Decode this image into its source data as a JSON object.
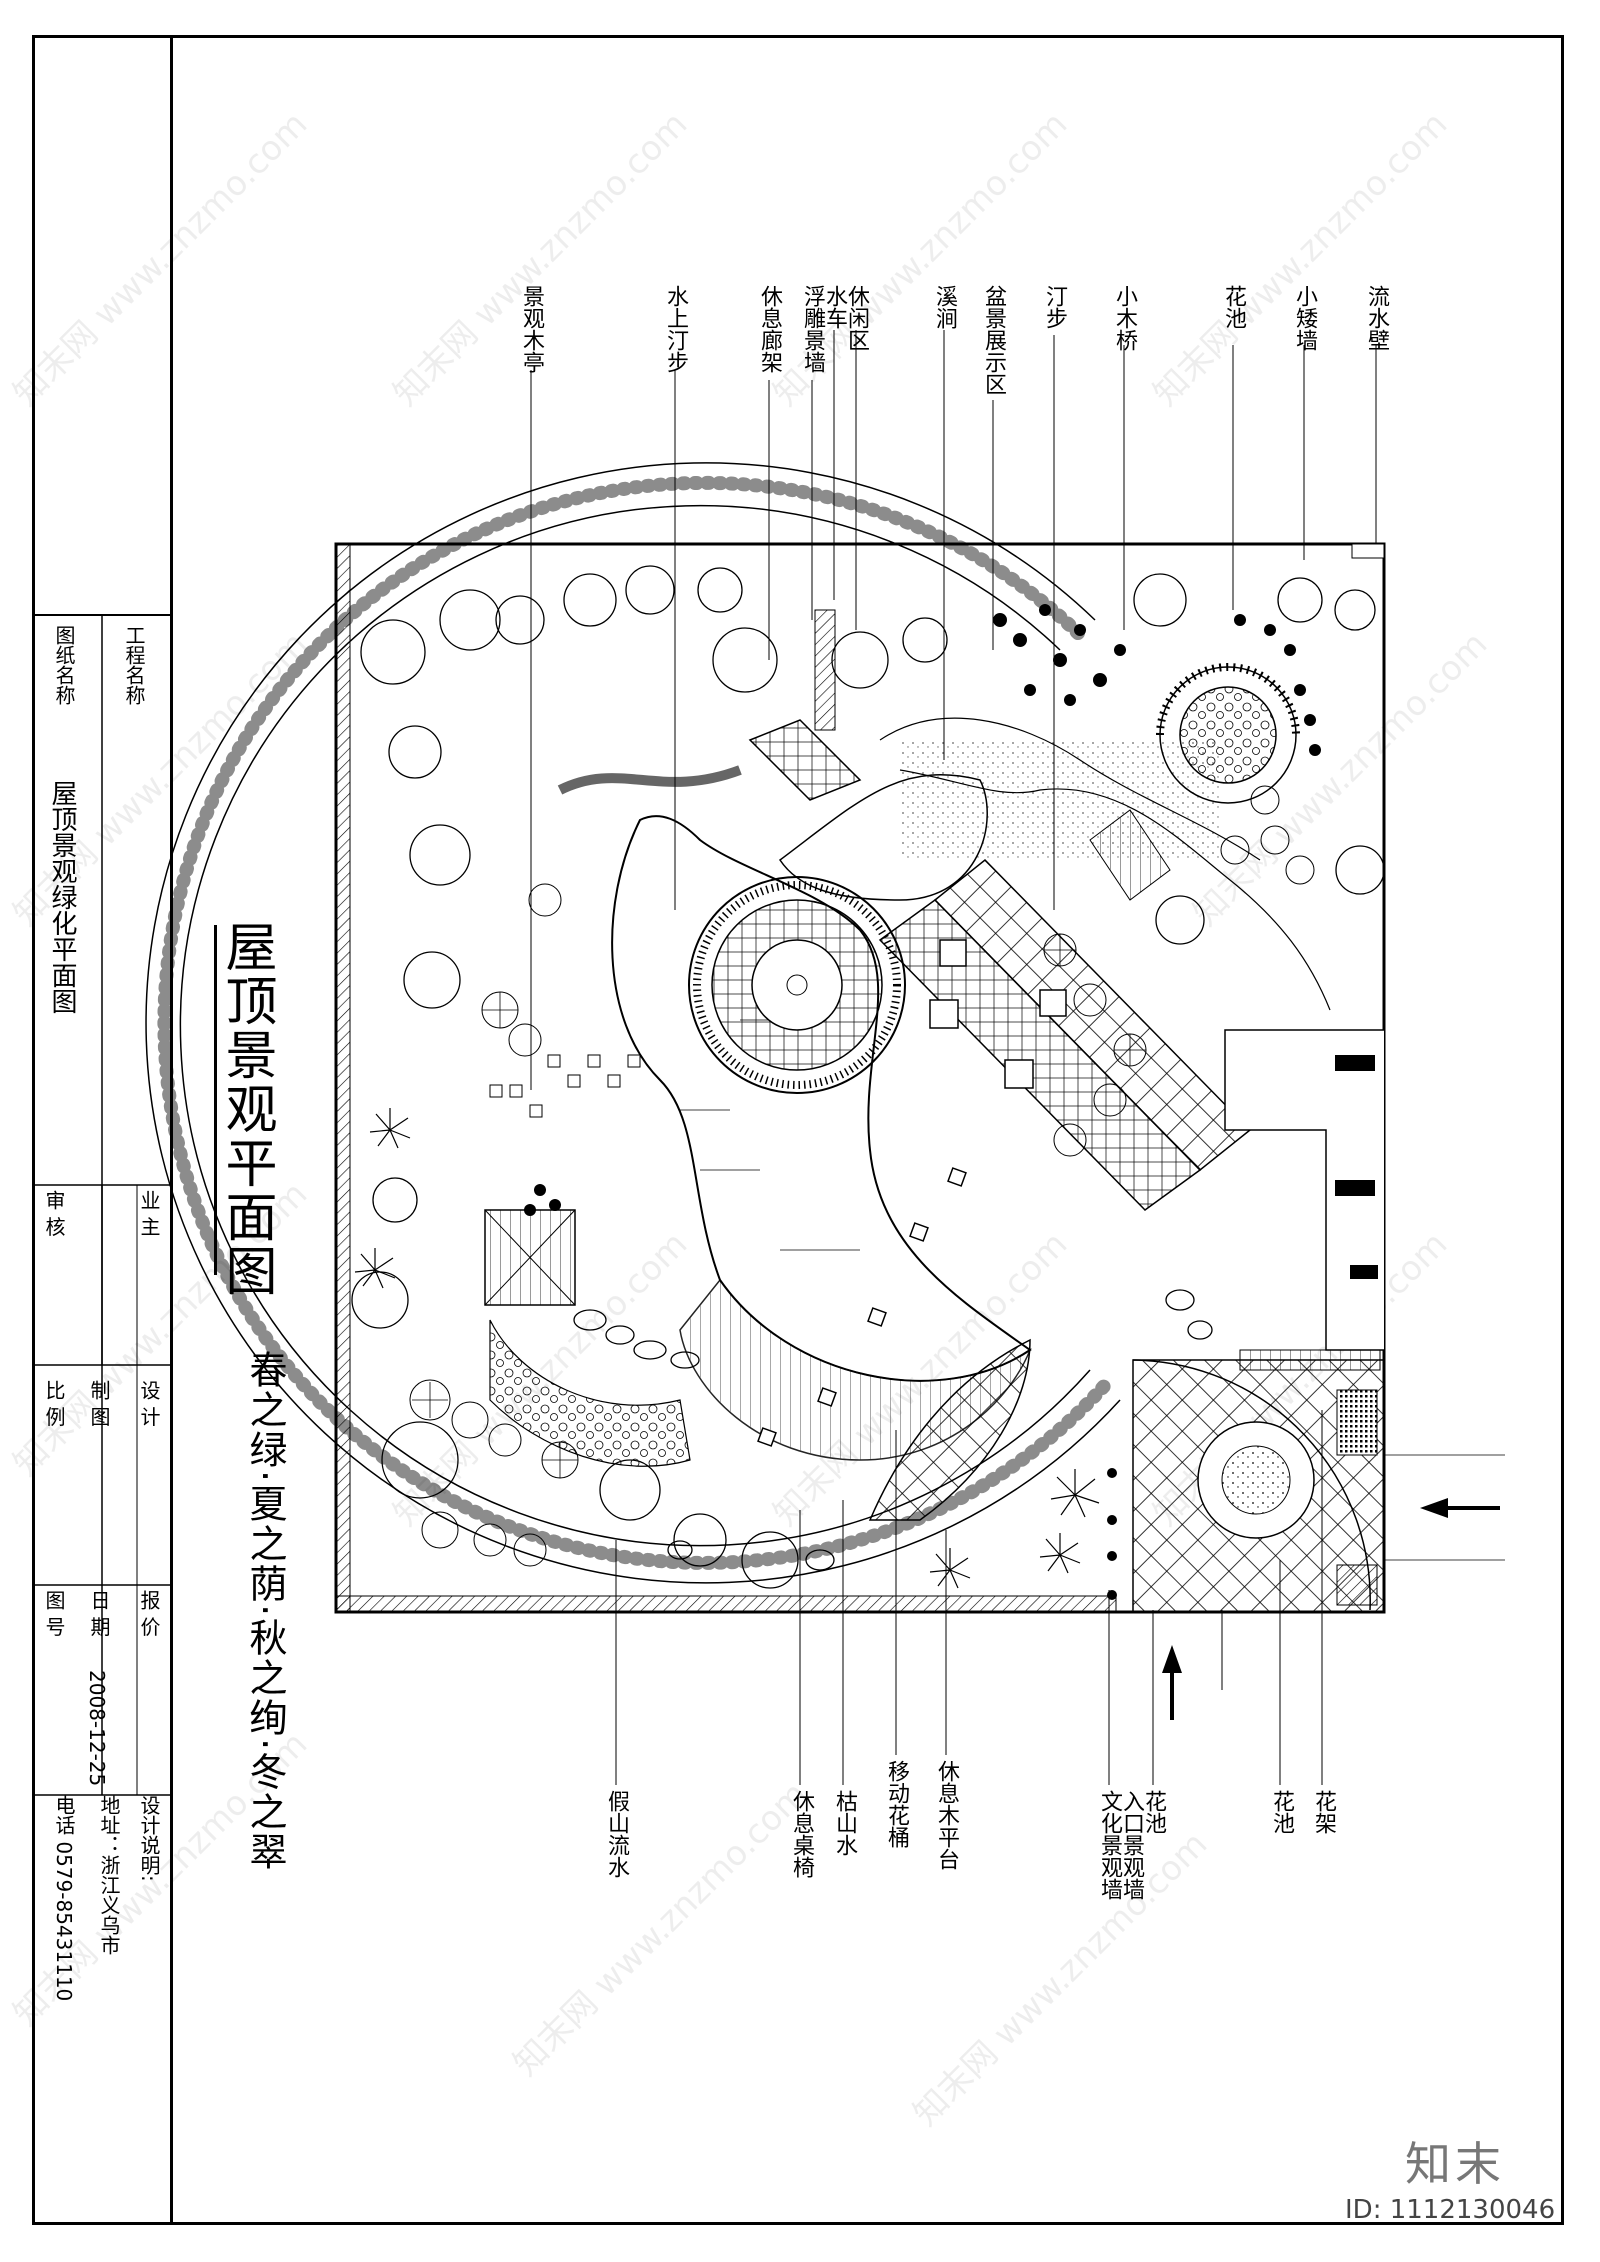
{
  "title_block": {
    "project_name_label": "工程名称",
    "drawing_name_label": "图纸名称",
    "drawing_name": "屋顶景观绿化平面图",
    "owner_label": "业 主",
    "review_label": "审 核",
    "design_label": "设 计",
    "drafting_label": "制 图",
    "scale_label": "比 例",
    "quote_label": "报 价",
    "date_label": "日 期",
    "date": "2008-12-25",
    "drawing_no_label": "图 号",
    "notes_label": "设计说明:",
    "address": "地址：浙江义乌市",
    "phone": "电话 0579-85431110"
  },
  "plan_title": "屋顶景观平面图",
  "slogan": "春之绿·夏之荫·秋之绚·冬之翠",
  "callouts_top": [
    "流水壁",
    "小矮墙",
    "花池",
    "小木桥",
    "汀步",
    "盆景展示区",
    "溪涧",
    "休闲区",
    "水车",
    "浮雕景墙",
    "休息廊架",
    "水上汀步",
    "景观木亭"
  ],
  "callouts_bottom": [
    "花架",
    "花池",
    "花池",
    "入口景观墙",
    "文化景观墙",
    "休息木平台",
    "移动花桶",
    "枯山水",
    "休息桌椅",
    "假山流水"
  ],
  "watermark": {
    "site": "知末网 www.znzmo.com",
    "logo": "知末",
    "id": "ID: 1112130046"
  }
}
